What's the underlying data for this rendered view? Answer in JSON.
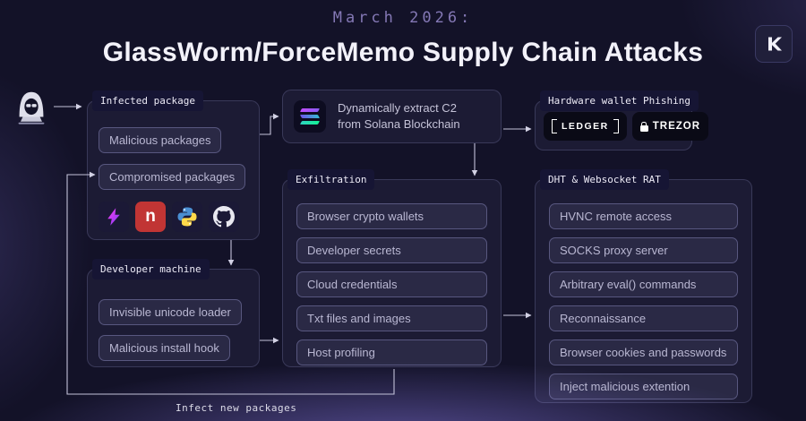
{
  "page": {
    "date_label": "March 2026:",
    "title": "GlassWorm/ForceMemo Supply Chain Attacks"
  },
  "diagram": {
    "infected_package": {
      "label": "Infected package",
      "items": [
        "Malicious packages",
        "Compromised packages"
      ],
      "icon_names": [
        "extension-icon",
        "npm-icon",
        "python-icon",
        "github-icon"
      ],
      "npm_letter": "n"
    },
    "developer_machine": {
      "label": "Developer machine",
      "items": [
        "Invisible unicode loader",
        "Malicious install hook"
      ]
    },
    "solana_c2": {
      "line1": "Dynamically extract C2",
      "line2": "from Solana Blockchain"
    },
    "exfiltration": {
      "label": "Exfiltration",
      "items": [
        "Browser crypto wallets",
        "Developer secrets",
        "Cloud credentials",
        "Txt files and images",
        "Host profiling"
      ]
    },
    "hardware_wallet_phishing": {
      "label": "Hardware wallet Phishing",
      "badges": [
        "LEDGER",
        "TREZOR"
      ]
    },
    "dht_websocket_rat": {
      "label": "DHT & Websocket RAT",
      "items": [
        "HVNC remote access",
        "SOCKS proxy server",
        "Arbitrary eval() commands",
        "Reconnaissance",
        "Browser cookies and passwords",
        "Inject malicious extention"
      ]
    },
    "loop_annotation": "Infect new packages"
  },
  "colors": {
    "background": "#131228",
    "glow_purple": "#8374db",
    "box_border": "#4a4979",
    "pill_text": "#b9b7d2",
    "title_text": "#f3f2fa",
    "date_text": "#8478b5",
    "tab_bg": "#161534",
    "npm_red": "#c13534",
    "solana_purple": "#9945ff",
    "solana_green": "#14f195",
    "badge_bg": "#0a0a16",
    "arrow": "#c3c2d9"
  }
}
